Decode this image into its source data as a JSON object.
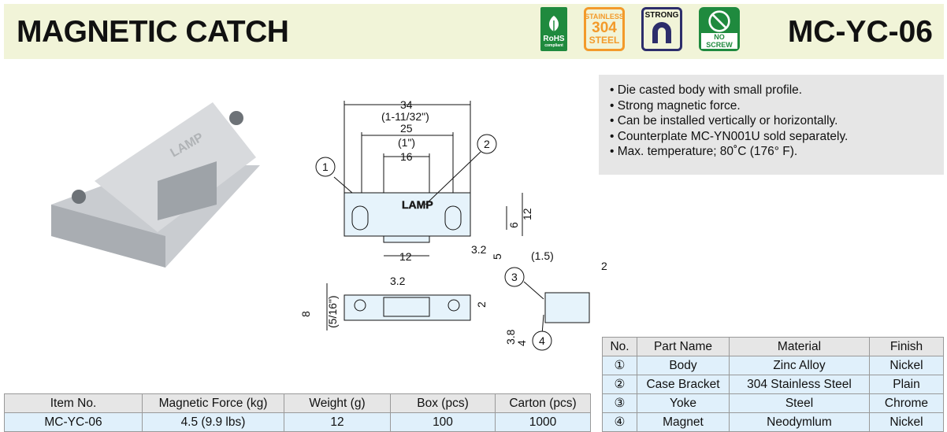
{
  "header": {
    "title": "MAGNETIC CATCH",
    "model": "MC-YC-06",
    "badges": [
      {
        "name": "rohs",
        "line1": "RoHS",
        "line2": "compliant"
      },
      {
        "name": "stainless",
        "line1": "STAINLESS",
        "line2": "304",
        "line3": "STEEL"
      },
      {
        "name": "strong",
        "line1": "STRONG"
      },
      {
        "name": "no-screw",
        "line1": "NO SCREW"
      }
    ]
  },
  "features": [
    "Die casted body with small profile.",
    "Strong magnetic force.",
    "Can be installed vertically or horizontally.",
    "Counterplate MC-YN001U sold separately.",
    "Max. temperature; 80˚C (176° F)."
  ],
  "drawing": {
    "logo": "LAMP",
    "dims": {
      "d34": "34",
      "d34in": "(1-11/32\")",
      "d25": "25",
      "d25in": "(1\")",
      "d16": "16",
      "d12w": "12",
      "d6": "6",
      "d12h": "12",
      "d3_2": "3.2",
      "d5": "5",
      "d3_2b": "3.2",
      "d8": "8",
      "d8in": "(5/16\")",
      "d2": "2",
      "d1_5": "(1.5)",
      "d2b": "2",
      "d3_8": "3.8",
      "d4": "4"
    },
    "callouts": [
      "1",
      "2",
      "3",
      "4"
    ]
  },
  "spec_table": {
    "headers": [
      "Item No.",
      "Magnetic Force (kg)",
      "Weight (g)",
      "Box (pcs)",
      "Carton (pcs)"
    ],
    "rows": [
      [
        "MC-YC-06",
        "4.5 (9.9 lbs)",
        "12",
        "100",
        "1000"
      ]
    ]
  },
  "parts_table": {
    "headers": [
      "No.",
      "Part Name",
      "Material",
      "Finish"
    ],
    "rows": [
      [
        "①",
        "Body",
        "Zinc Alloy",
        "Nickel"
      ],
      [
        "②",
        "Case Bracket",
        "304 Stainless Steel",
        "Plain"
      ],
      [
        "③",
        "Yoke",
        "Steel",
        "Chrome"
      ],
      [
        "④",
        "Magnet",
        "Neodymlum",
        "Nickel"
      ]
    ]
  }
}
